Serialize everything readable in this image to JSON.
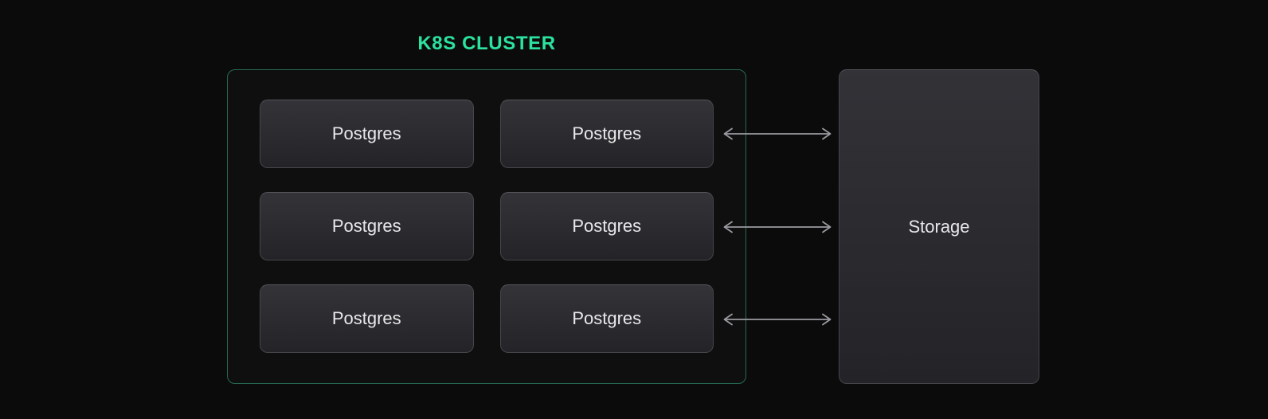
{
  "title": {
    "text": "K8S CLUSTER"
  },
  "cluster": {
    "nodes": [
      {
        "label": "Postgres"
      },
      {
        "label": "Postgres"
      },
      {
        "label": "Postgres"
      },
      {
        "label": "Postgres"
      },
      {
        "label": "Postgres"
      },
      {
        "label": "Postgres"
      }
    ]
  },
  "storage": {
    "label": "Storage"
  },
  "arrows": [
    {
      "type": "bidirectional"
    },
    {
      "type": "bidirectional"
    },
    {
      "type": "bidirectional"
    }
  ],
  "colors": {
    "background": "#0b0b0c",
    "accent_green": "#2be29e",
    "cluster_border": "#256b54",
    "card_border": "#45454a",
    "card_bg_top": "#333338",
    "card_bg_bottom": "#242428",
    "arrow": "#9a9aa0",
    "text": "#e9e9eb"
  }
}
